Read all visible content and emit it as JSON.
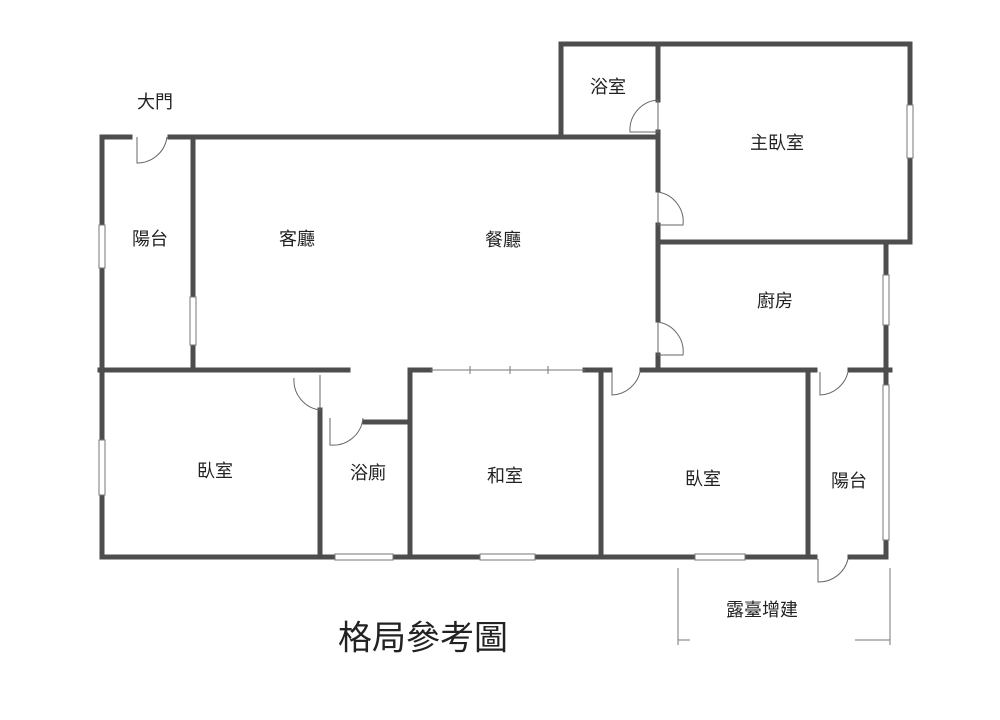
{
  "title": "格局參考圖",
  "labels": {
    "main_door": "大門",
    "balcony_west": "陽台",
    "living_room": "客廳",
    "dining_room": "餐廳",
    "bathroom_master": "浴室",
    "master_bedroom": "主臥室",
    "kitchen": "廚房",
    "bedroom_west": "臥室",
    "bath_toilet": "浴廁",
    "japanese_room": "和室",
    "bedroom_east": "臥室",
    "balcony_east": "陽台",
    "terrace_extension": "露臺增建"
  },
  "colors": {
    "wall": "#4d4d4d"
  }
}
